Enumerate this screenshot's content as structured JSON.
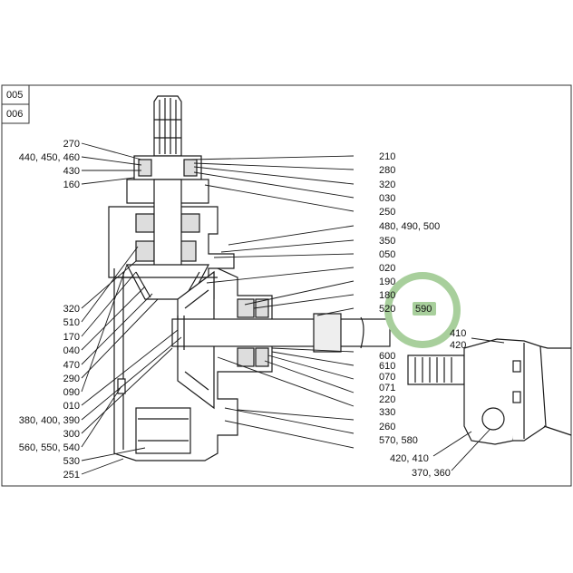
{
  "tabs": [
    "005",
    "006"
  ],
  "labels": {
    "l270": "270",
    "l440": "440, 450, 460",
    "l430": "430",
    "l160": "160",
    "l320a": "320",
    "l510": "510",
    "l170": "170",
    "l040": "040",
    "l470": "470",
    "l290": "290",
    "l090": "090",
    "l010": "010",
    "l380": "380, 400, 390",
    "l300": "300",
    "l560": "560, 550, 540",
    "l530": "530",
    "l251": "251",
    "r210": "210",
    "r280": "280",
    "r320": "320",
    "r030": "030",
    "r250": "250",
    "r480": "480, 490, 500",
    "r350": "350",
    "r050": "050",
    "r020": "020",
    "r190": "190",
    "r180": "180",
    "r520": "520",
    "r590": "590",
    "r600": "600",
    "r610": "610",
    "r070": "070",
    "r071": "071",
    "r220": "220",
    "r330": "330",
    "r260": "260",
    "r570": "570, 580",
    "i410": "410",
    "i420": "420",
    "i420b": "420, 410",
    "i370": "370, 360"
  },
  "colors": {
    "highlight": "#a8cf9c",
    "line": "#1a1a1a"
  }
}
